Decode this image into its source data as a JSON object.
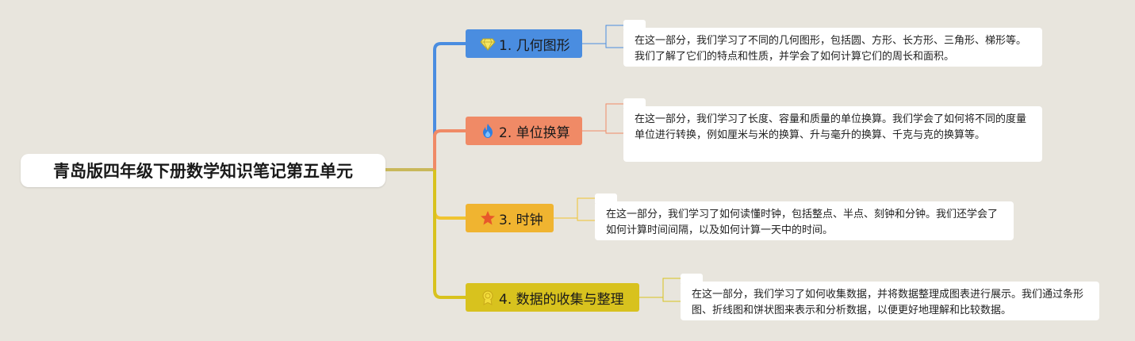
{
  "root": {
    "title": "青岛版四年级下册数学知识笔记第五单元"
  },
  "topics": [
    {
      "label": "1. 几何图形",
      "icon": "diamond-icon",
      "color": "#4a8de0",
      "note": "在这一部分，我们学习了不同的几何图形，包括圆、方形、长方形、三角形、梯形等。我们了解了它们的特点和性质，并学会了如何计算它们的周长和面积。"
    },
    {
      "label": "2. 单位换算",
      "icon": "flame-icon",
      "color": "#f08a66",
      "note": "在这一部分，我们学习了长度、容量和质量的单位换算。我们学会了如何将不同的度量单位进行转换，例如厘米与米的换算、升与毫升的换算、千克与克的换算等。"
    },
    {
      "label": "3. 时钟",
      "icon": "star-icon",
      "color": "#f0b430",
      "note": "在这一部分，我们学习了如何读懂时钟，包括整点、半点、刻钟和分钟。我们还学会了如何计算时间间隔，以及如何计算一天中的时间。"
    },
    {
      "label": "4. 数据的收集与整理",
      "icon": "medal-icon",
      "color": "#d8c21e",
      "note": "在这一部分，我们学习了如何收集数据，并将数据整理成图表进行展示。我们通过条形图、折线图和饼状图来表示和分析数据，以便更好地理解和比较数据。"
    }
  ]
}
